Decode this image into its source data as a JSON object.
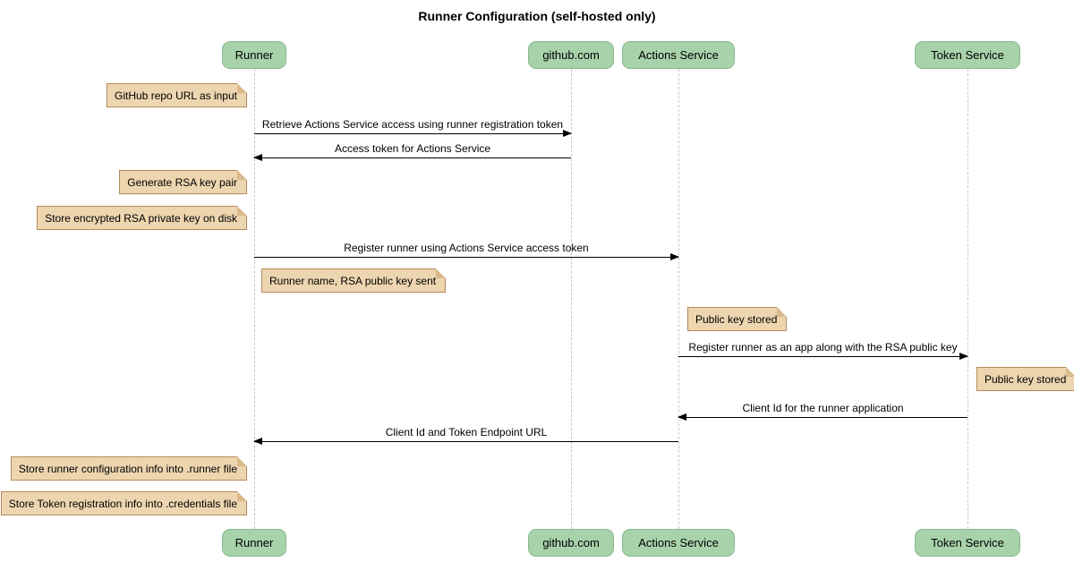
{
  "title": "Runner Configuration (self-hosted only)",
  "colors": {
    "participant_fill": "#a8d3aa",
    "participant_border": "#88b98d",
    "note_fill": "#edd5b0",
    "note_border": "#b5895b",
    "lifeline": "#c9c9c9",
    "arrow": "#000000"
  },
  "participants": [
    {
      "label": "Runner"
    },
    {
      "label": "github.com"
    },
    {
      "label": "Actions Service"
    },
    {
      "label": "Token Service"
    }
  ],
  "messages": [
    {
      "label": "Retrieve Actions Service access using runner registration token",
      "from": "Runner",
      "to": "github.com"
    },
    {
      "label": "Access token for Actions Service",
      "from": "github.com",
      "to": "Runner"
    },
    {
      "label": "Register runner using Actions Service access token",
      "from": "Runner",
      "to": "Actions Service"
    },
    {
      "label": "Register runner as an app along with the RSA public key",
      "from": "Actions Service",
      "to": "Token Service"
    },
    {
      "label": "Client Id for the runner application",
      "from": "Token Service",
      "to": "Actions Service"
    },
    {
      "label": "Client Id and Token Endpoint URL",
      "from": "Actions Service",
      "to": "Runner"
    }
  ],
  "notes": [
    {
      "text": "GitHub repo URL as input"
    },
    {
      "text": "Generate RSA key pair"
    },
    {
      "text": "Store encrypted RSA private key on disk"
    },
    {
      "text": "Runner name, RSA public key sent"
    },
    {
      "text": "Public key stored"
    },
    {
      "text": "Public key stored"
    },
    {
      "text": "Store runner configuration info into .runner file"
    },
    {
      "text": "Store Token registration info into .credentials file"
    }
  ]
}
